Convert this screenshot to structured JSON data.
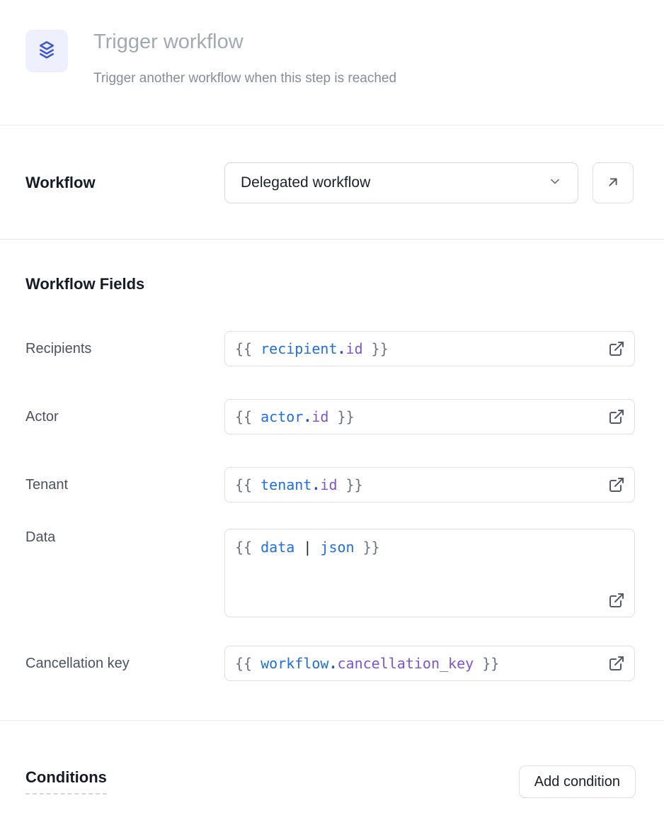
{
  "header": {
    "title": "Trigger workflow",
    "subtitle": "Trigger another workflow when this step is reached",
    "icon": "layers-icon"
  },
  "workflow_section": {
    "label": "Workflow",
    "selected_option": "Delegated workflow"
  },
  "fields_section": {
    "heading": "Workflow Fields",
    "fields": [
      {
        "label": "Recipients",
        "value": "{{ recipient.id }}",
        "tokens": [
          "{{ ",
          "recipient",
          ".",
          "id",
          " }}"
        ]
      },
      {
        "label": "Actor",
        "value": "{{ actor.id }}",
        "tokens": [
          "{{ ",
          "actor",
          ".",
          "id",
          " }}"
        ]
      },
      {
        "label": "Tenant",
        "value": "{{ tenant.id }}",
        "tokens": [
          "{{ ",
          "tenant",
          ".",
          "id",
          " }}"
        ]
      },
      {
        "label": "Data",
        "value": "{{ data | json }}",
        "tokens": [
          "{{ ",
          "data",
          " | ",
          "json",
          " }}"
        ]
      },
      {
        "label": "Cancellation key",
        "value": "{{ workflow.cancellation_key }}",
        "tokens": [
          "{{ ",
          "workflow",
          ".",
          "cancellation_key",
          " }}"
        ]
      }
    ]
  },
  "conditions_section": {
    "heading": "Conditions",
    "add_button_label": "Add condition"
  },
  "colors": {
    "accent_blue": "#3d56d6",
    "icon_bg": "#eef1fd",
    "code_blue": "#1f6fe0",
    "code_purple": "#7c55d4",
    "code_gray": "#6b7280",
    "divider": "#e9eaee"
  }
}
